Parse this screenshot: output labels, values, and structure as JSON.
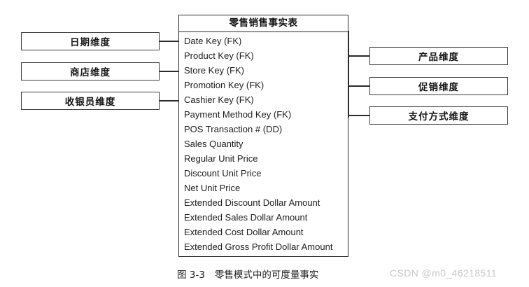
{
  "figure": {
    "fact_table": {
      "title": "零售销售事实表",
      "fields": [
        "Date Key (FK)",
        "Product Key (FK)",
        "Store Key (FK)",
        "Promotion Key (FK)",
        "Cashier Key (FK)",
        "Payment Method Key (FK)",
        "POS Transaction # (DD)",
        "Sales Quantity",
        "Regular Unit Price",
        "Discount Unit Price",
        "Net Unit Price",
        "Extended Discount Dollar Amount",
        "Extended Sales Dollar Amount",
        "Extended Cost Dollar Amount",
        "Extended Gross Profit Dollar Amount"
      ]
    },
    "left_dimensions": [
      {
        "label": "日期维度"
      },
      {
        "label": "商店维度"
      },
      {
        "label": "收银员维度"
      }
    ],
    "right_dimensions": [
      {
        "label": "产品维度"
      },
      {
        "label": "促销维度"
      },
      {
        "label": "支付方式维度"
      }
    ],
    "caption": {
      "number": "图 3-3",
      "text": "零售模式中的可度量事实"
    },
    "watermark": "CSDN @m0_46218511",
    "colors": {
      "line": "#2b2b2b",
      "text": "#1a1a1a",
      "background": "#ffffff",
      "watermark": "#c9c9c9"
    }
  }
}
